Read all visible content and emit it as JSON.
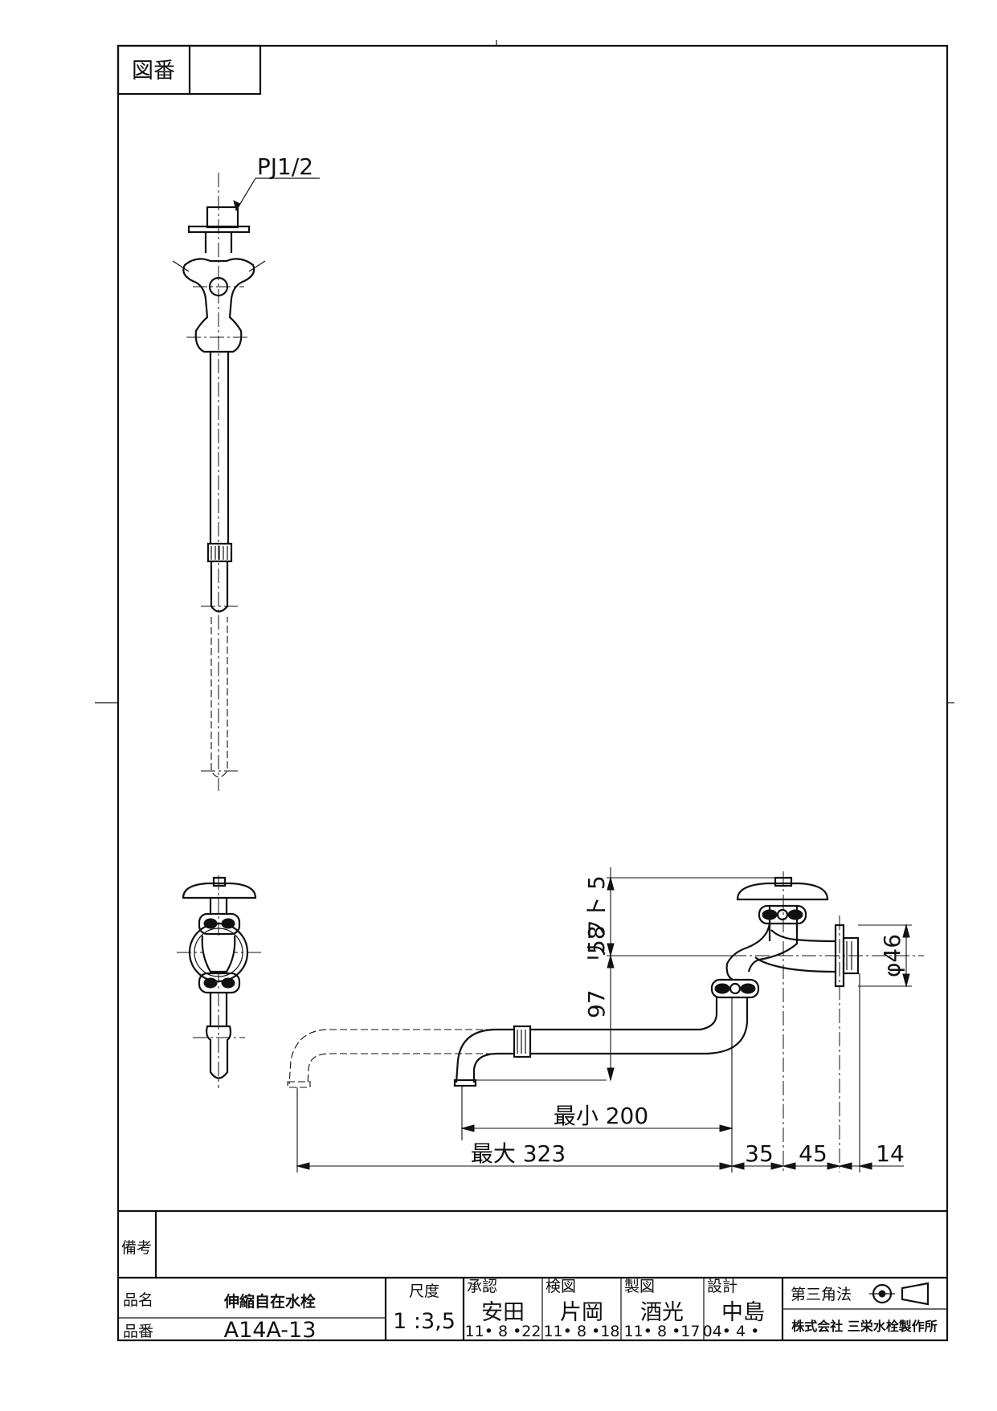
{
  "header": {
    "drawing_number_label": "図番",
    "drawing_number_value": ""
  },
  "callout": {
    "thread_spec": "PJ1/2"
  },
  "dimensions": {
    "lift": "5",
    "lift_label": "リフト",
    "height_58": "58",
    "height_97": "97",
    "diameter": "φ46",
    "min_length": "最小 200",
    "max_length": "最大 323",
    "offset_35": "35",
    "offset_45": "45",
    "offset_14": "14"
  },
  "title_block": {
    "remarks_label": "備考",
    "remarks_value": "",
    "product_name_label": "品名",
    "product_name": "伸縮自在水栓",
    "product_number_label": "品番",
    "product_number": "A14A-13",
    "scale_label": "尺度",
    "scale_value": "1 :3,5",
    "approval": {
      "label": "承認",
      "name": "安田",
      "date": "11• 8 •22"
    },
    "inspection": {
      "label": "検図",
      "name": "片岡",
      "date": "11• 8 •18"
    },
    "drafting": {
      "label": "製図",
      "name": "酒光",
      "date": "11• 8 •17"
    },
    "design": {
      "label": "設計",
      "name": "中島",
      "date": "04• 4 •"
    },
    "projection_label": "第三角法",
    "company": "株式会社 三栄水栓製作所"
  }
}
